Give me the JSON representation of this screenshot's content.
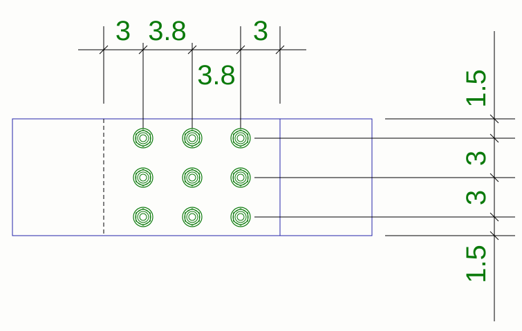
{
  "colors": {
    "dimension_text": "#0b7a0b",
    "bolt": "#0b7a0b",
    "plate_outline": "#2222aa",
    "line": "#000000",
    "background": "#fdfdfb"
  },
  "icons": {
    "bolt": "bolt-icon"
  },
  "drawing": {
    "bolt_rows": 3,
    "bolt_columns": 3,
    "horizontal_dims": {
      "dim_1": "3",
      "dim_2": "3.8",
      "dim_3": "3.8",
      "dim_4": "3"
    },
    "vertical_dims": {
      "dim_1": "1.5",
      "dim_2": "3",
      "dim_3": "3",
      "dim_4": "1.5"
    }
  }
}
